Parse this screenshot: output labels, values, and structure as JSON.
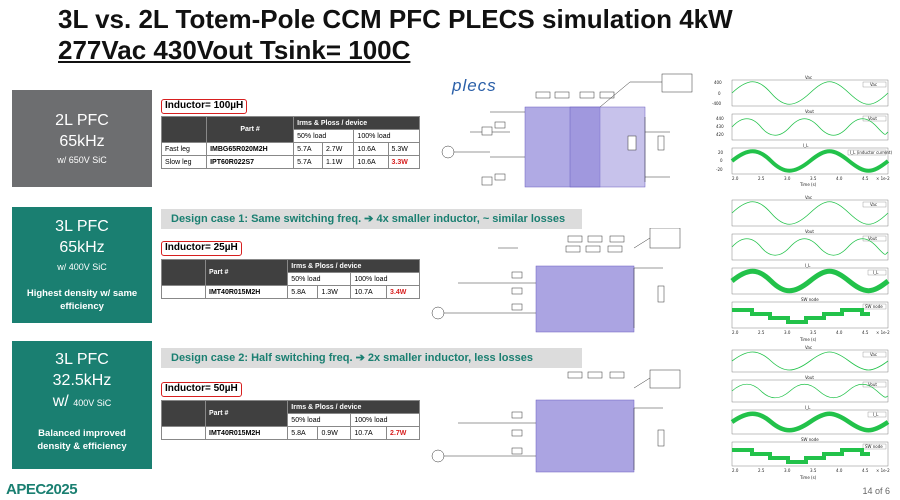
{
  "title": {
    "line1": "3L vs. 2L Totem-Pole CCM PFC PLECS simulation  4kW",
    "line2": "277Vac 430Vout Tsink= 100C"
  },
  "plecs_logo": "plecs",
  "sections": [
    {
      "side": {
        "l1": "2L PFC",
        "l2": "65kHz",
        "l3": "w/ 650V SiC",
        "note": ""
      },
      "inductor": "Inductor= 100µH",
      "table": {
        "h_part": "Part #",
        "h_irms": "Irms & Ploss / device",
        "h_50": "50% load",
        "h_100": "100% load",
        "rows": [
          {
            "leg": "Fast leg",
            "part": "IMBG65R020M2H",
            "i50": "5.7A",
            "p50": "2.7W",
            "i100": "10.6A",
            "p100": "5.3W"
          },
          {
            "leg": "Slow leg",
            "part": "IPT60R022S7",
            "i50": "5.7A",
            "p50": "1.1W",
            "i100": "10.6A",
            "p100": "3.3W"
          }
        ]
      }
    },
    {
      "side": {
        "l1": "3L PFC",
        "l2": "65kHz",
        "l3": "w/ 400V SiC",
        "note": "Highest density w/ same efficiency"
      },
      "band": "Design case 1: Same switching freq. ➔ 4x smaller inductor, ~ similar losses",
      "inductor": "Inductor= 25µH",
      "table": {
        "h_part": "Part #",
        "h_irms": "Irms & Ploss / device",
        "h_50": "50% load",
        "h_100": "100% load",
        "rows": [
          {
            "leg": "",
            "part": "IMT40R015M2H",
            "i50": "5.8A",
            "p50": "1.3W",
            "i100": "10.7A",
            "p100": "3.4W"
          }
        ]
      }
    },
    {
      "side": {
        "l1": "3L PFC",
        "l2": "32.5kHz",
        "l3a": "w/",
        "l3b": "400V SiC",
        "note": "Balanced improved density & efficiency"
      },
      "band": "Design case 2: Half switching freq. ➔ 2x smaller inductor, less losses",
      "inductor": "Inductor= 50µH",
      "table": {
        "h_part": "Part #",
        "h_irms": "Irms & Ploss / device",
        "h_50": "50% load",
        "h_100": "100% load",
        "rows": [
          {
            "leg": "",
            "part": "IMT40R015M2H",
            "i50": "5.8A",
            "p50": "0.9W",
            "i100": "10.7A",
            "p100": "2.7W"
          }
        ]
      }
    }
  ],
  "waveform_labels": {
    "vac": "Vac",
    "vout": "Vout",
    "il": "I_L",
    "il_legend": "I_L (inductor current)",
    "sw": "SW node",
    "x_axis": "Time (s)",
    "xticks": [
      "2.0",
      "2.5",
      "3.0",
      "3.5",
      "4.0",
      "4.5",
      "× 1e-2"
    ]
  },
  "footer": {
    "logo": "APEC2025",
    "slide": "14 of 6"
  },
  "colors": {
    "teal": "#1a7f71",
    "gray": "#6d6e70",
    "red": "#d71f1f",
    "wave_green": "#22c24a",
    "schematic_blue": "#8f86d8"
  }
}
